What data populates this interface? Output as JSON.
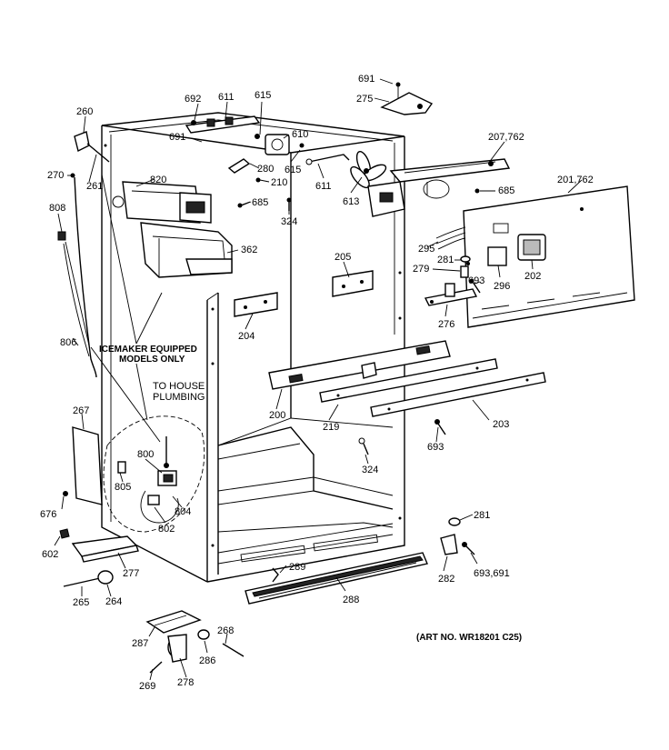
{
  "labels": {
    "l691a": "691",
    "l275": "275",
    "l692": "692",
    "l611a": "611",
    "l615a": "615",
    "l691b": "691",
    "l610": "610",
    "l260": "260",
    "l261": "261",
    "l270": "270",
    "l820": "820",
    "l280": "280",
    "l615b": "615",
    "l611b": "611",
    "l613": "613",
    "l210": "210",
    "l685a": "685",
    "l324a": "324",
    "l207": "207,762",
    "l685b": "685",
    "l201": "201,762",
    "l808": "808",
    "l362": "362",
    "l205": "205",
    "l295": "295",
    "l281a": "281",
    "l279": "279",
    "l693a": "693",
    "l296": "296",
    "l202": "202",
    "l204": "204",
    "l276": "276",
    "l806": "806",
    "l200": "200",
    "l219": "219",
    "l203": "203",
    "l267": "267",
    "l693b": "693",
    "l324b": "324",
    "l800": "800",
    "l805": "805",
    "l804": "804",
    "l802": "802",
    "l676": "676",
    "l281b": "281",
    "l602": "602",
    "l277": "277",
    "l289": "289",
    "l282": "282",
    "l693691": "693,691",
    "l265": "265",
    "l264": "264",
    "l288": "288",
    "l287": "287",
    "l268": "268",
    "l286": "286",
    "l269": "269",
    "l278": "278"
  },
  "notes": {
    "icemaker_line1": "ICEMAKER EQUIPPED",
    "icemaker_line2": "MODELS ONLY",
    "plumbing_line1": "TO HOUSE",
    "plumbing_line2": "PLUMBING",
    "art_no": "(ART NO. WR18201 C25)"
  }
}
